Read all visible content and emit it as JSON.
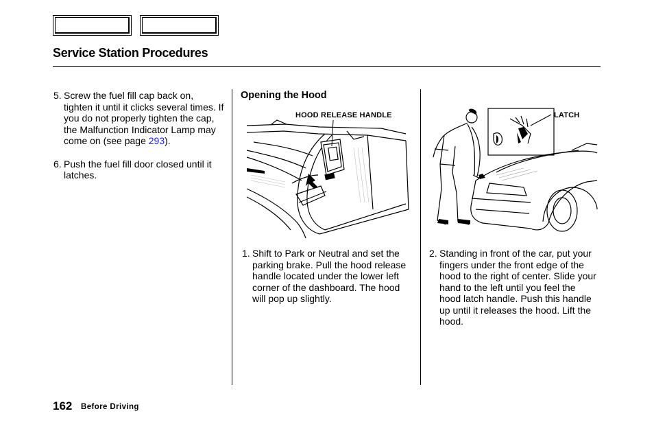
{
  "nav": {
    "prev_label": "",
    "next_label": ""
  },
  "page": {
    "title": "Service Station Procedures",
    "number": "162",
    "section": "Before Driving"
  },
  "left_column": {
    "step5": {
      "number": "5.",
      "text": "Screw the fuel fill cap back on, tighten it until it clicks several times. If you do not properly tighten the cap, the Malfunction Indicator Lamp may come on (see page ",
      "link": "293",
      "after": ")."
    },
    "step6": {
      "number": "6.",
      "text": "Push the fuel fill door closed until it latches."
    }
  },
  "middle_column": {
    "heading": "Opening the Hood",
    "figure_callout": "HOOD RELEASE HANDLE",
    "step1": {
      "number": "1.",
      "text": "Shift to Park or Neutral and set the parking brake. Pull the hood release handle located under the lower left corner of the dashboard. The hood will pop up slightly."
    }
  },
  "right_column": {
    "figure_callout": "LATCH",
    "step2": {
      "number": "2.",
      "text": "Standing in front of the car, put your fingers under the front edge of the hood to the right of center. Slide your hand to the left until you feel the hood latch handle. Push this handle up until it releases the hood. Lift the hood."
    }
  }
}
